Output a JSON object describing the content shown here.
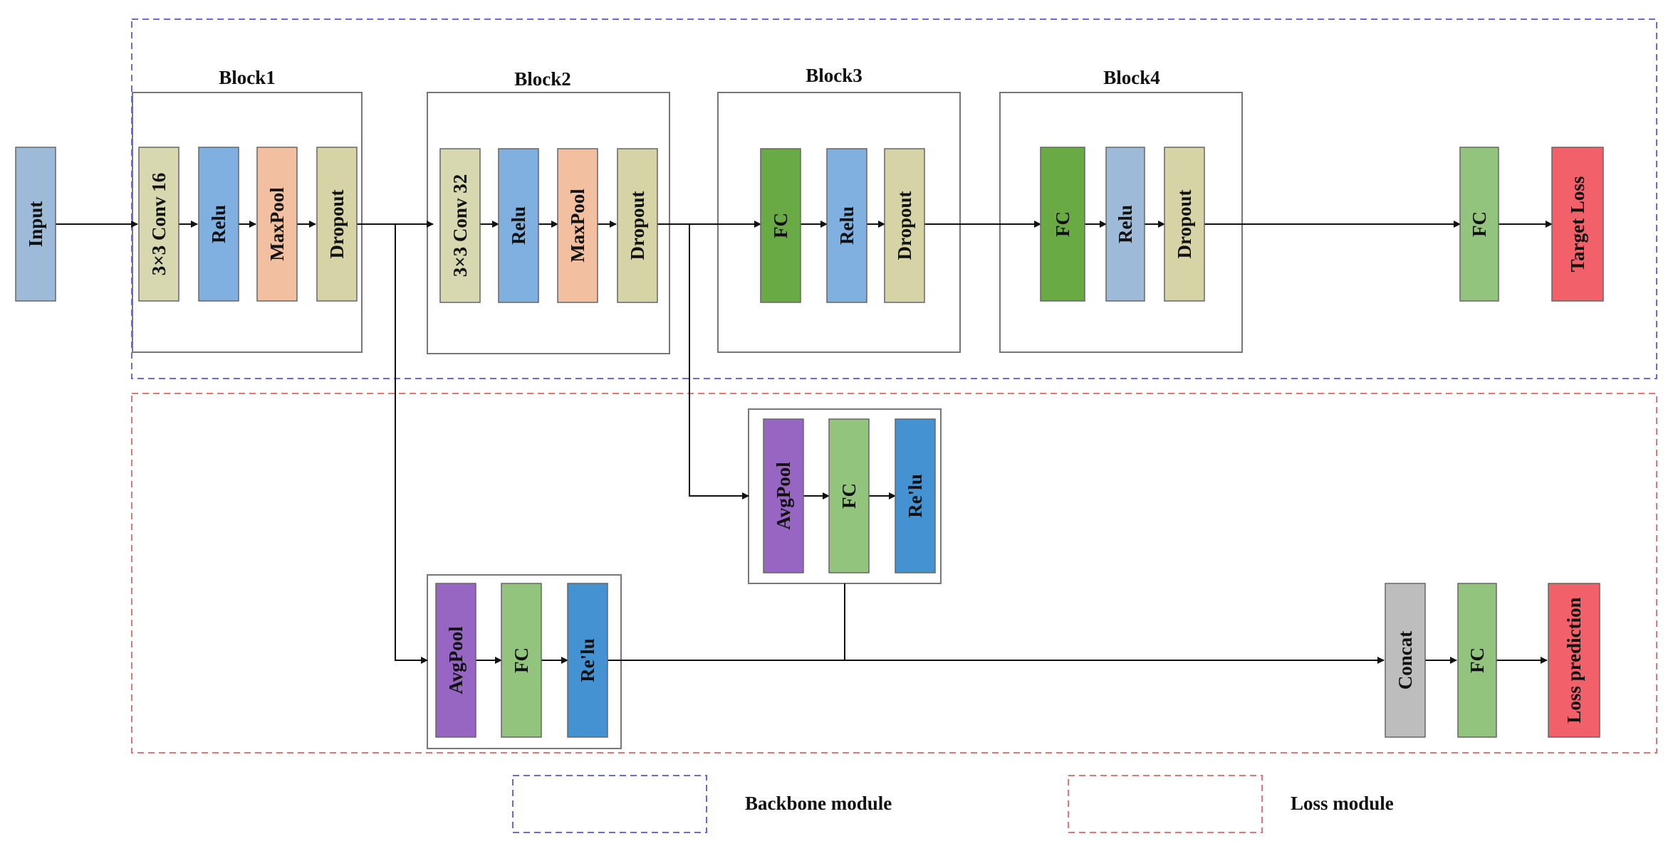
{
  "blocks": {
    "block1": "Block1",
    "block2": "Block2",
    "block3": "Block3",
    "block4": "Block4"
  },
  "layers": {
    "input": "Input",
    "conv16": "3×3 Conv 16",
    "relu": "Relu",
    "maxpool": "MaxPool",
    "dropout": "Dropout",
    "conv32": "3×3 Conv 32",
    "fc": "FC",
    "target_loss": "Target Loss",
    "avgpool": "AvgPool",
    "prelu": "Re'lu",
    "concat": "Concat",
    "loss_prediction": "Loss prediction"
  },
  "legend": {
    "backbone": "Backbone module",
    "loss": "Loss module"
  },
  "colors": {
    "input": "#9dbbd9",
    "conv": "#d8d8b0",
    "relu": "#7fb0e0",
    "maxpool": "#f2bfa0",
    "dropout": "#d6d4a6",
    "fc_dark": "#6aaa44",
    "fc_light": "#93c47d",
    "target_loss": "#f2616a",
    "avgpool": "#9666c2",
    "prelu": "#4592d2",
    "concat": "#bdbdbd",
    "backbone_border": "#6a6adb",
    "loss_border": "#e07878"
  }
}
